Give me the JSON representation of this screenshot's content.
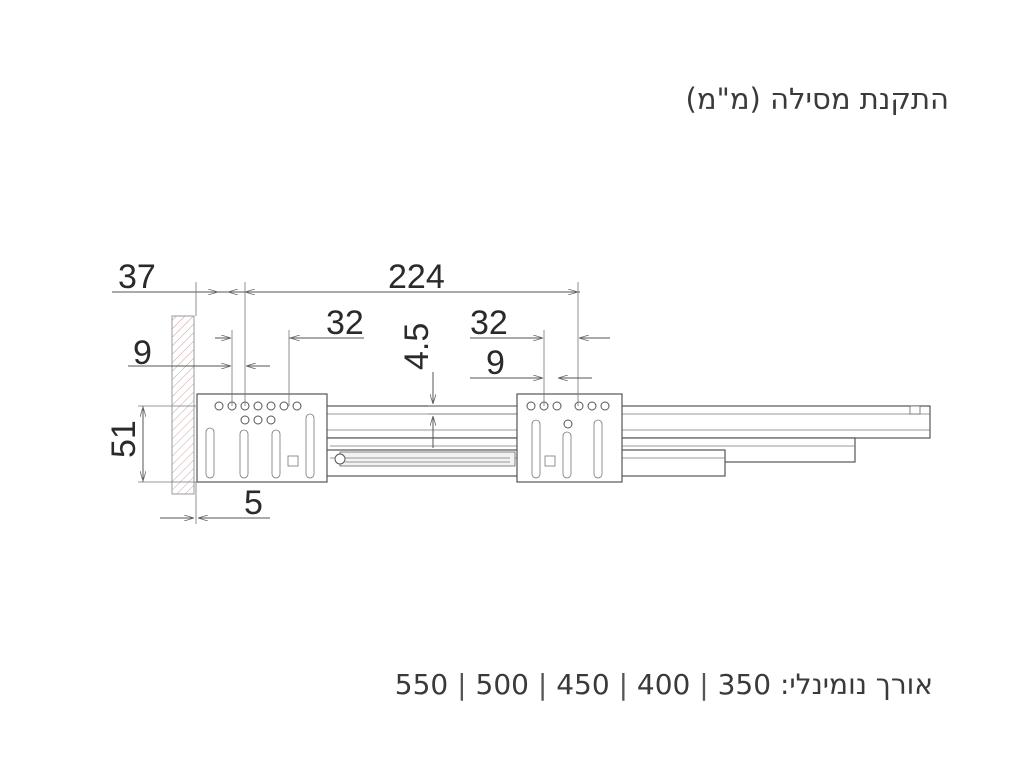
{
  "title": "התקנת מסילה (מ\"מ)",
  "dimensions": {
    "d37": "37",
    "d224": "224",
    "d32_left": "32",
    "d32_right": "32",
    "d9_left": "9",
    "d9_right": "9",
    "d4_5": "4.5",
    "d51": "51",
    "d5": "5"
  },
  "nominal_length": {
    "label": "אורך נומינלי:",
    "values": [
      "350",
      "400",
      "450",
      "500",
      "550"
    ],
    "separator": "|"
  }
}
